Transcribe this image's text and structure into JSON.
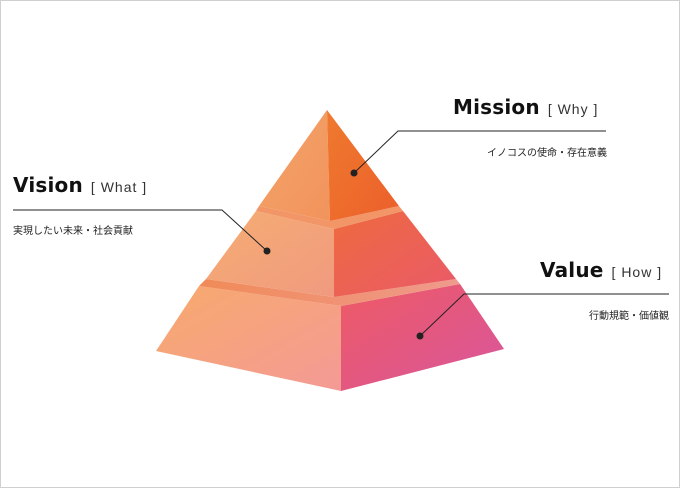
{
  "mission": {
    "title": "Mission",
    "tag": "[ Why ]",
    "desc": "イノコスの使命・存在意義"
  },
  "vision": {
    "title": "Vision",
    "tag": "[ What ]",
    "desc": "実現したい未来・社会貢献"
  },
  "value": {
    "title": "Value",
    "tag": "[ How ]",
    "desc": "行動規範・価値観"
  },
  "colors": {
    "orange_light": "#f7ab6e",
    "orange_deep": "#ee6a2a",
    "coral": "#ee5f58",
    "pink": "#ee7a86",
    "magenta": "#dc5a9a",
    "line": "#222222"
  }
}
